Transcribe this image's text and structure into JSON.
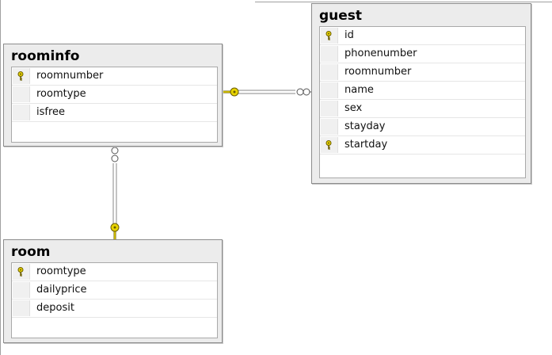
{
  "diagram": {
    "tables": {
      "roominfo": {
        "name": "roominfo",
        "columns": [
          {
            "name": "roomnumber",
            "primary_key": true
          },
          {
            "name": "roomtype",
            "primary_key": false
          },
          {
            "name": "isfree",
            "primary_key": false
          }
        ]
      },
      "guest": {
        "name": "guest",
        "columns": [
          {
            "name": "id",
            "primary_key": true
          },
          {
            "name": "phonenumber",
            "primary_key": false
          },
          {
            "name": "roomnumber",
            "primary_key": false
          },
          {
            "name": "name",
            "primary_key": false
          },
          {
            "name": "sex",
            "primary_key": false
          },
          {
            "name": "stayday",
            "primary_key": false
          },
          {
            "name": "startday",
            "primary_key": true
          }
        ]
      },
      "room": {
        "name": "room",
        "columns": [
          {
            "name": "roomtype",
            "primary_key": true
          },
          {
            "name": "dailyprice",
            "primary_key": false
          },
          {
            "name": "deposit",
            "primary_key": false
          }
        ]
      }
    },
    "relationships": [
      {
        "from": "guest",
        "to": "roominfo",
        "one_end": "roominfo",
        "many_end": "guest",
        "one_icon": "key-icon",
        "many_icon": "infinity-icon"
      },
      {
        "from": "roominfo",
        "to": "room",
        "one_end": "room",
        "many_end": "roominfo",
        "one_icon": "key-icon",
        "many_icon": "infinity-icon"
      }
    ],
    "colors": {
      "key": "#e8d400",
      "key_outline": "#6b5d00",
      "line": "#8a8a8a",
      "panel": "#ececec",
      "border": "#8c8c8c"
    }
  }
}
